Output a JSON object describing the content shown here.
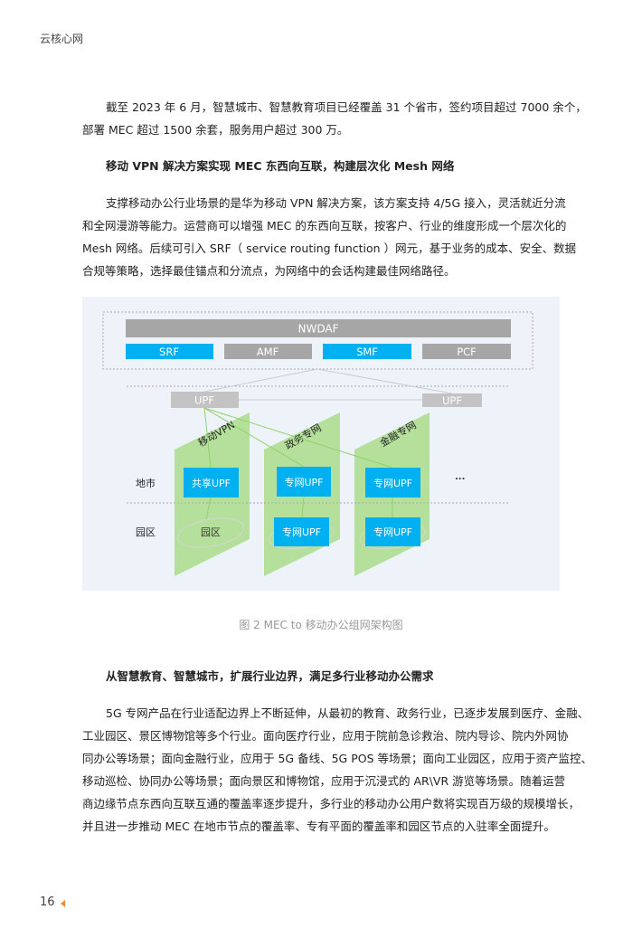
{
  "header": {
    "section": "云核心网"
  },
  "para1": [
    "截至 2023 年 6 月，智慧城市、智慧教育项目已经覆盖 31 个省市，签约项目超过 7000 余个，",
    "部署 MEC 超过 1500 余套，服务用户超过 300 万。"
  ],
  "heading1": "移动 VPN 解决方案实现 MEC 东西向互联，构建层次化 Mesh 网络",
  "para2": [
    "支撑移动办公行业场景的是华为移动 VPN 解决方案，该方案支持 4/5G 接入，灵活就近分流",
    "和全网漫游等能力。运营商可以增强 MEC 的东西向互联，按客户、行业的维度形成一个层次化的",
    "Mesh 网络。后续可引入 SRF（ service routing function ）网元，基于业务的成本、安全、数据",
    "合规等策略，选择最佳锚点和分流点，为网络中的会话构建最佳网络路径。"
  ],
  "diagram": {
    "nwdaf": "NWDAF",
    "functions": [
      "SRF",
      "AMF",
      "SMF",
      "PCF"
    ],
    "upf_left": "UPF",
    "upf_right": "UPF",
    "slices": [
      "移动VPN",
      "政务专网",
      "金融专网"
    ],
    "rows": [
      "地市",
      "园区"
    ],
    "shared_upf": "共享UPF",
    "private_upf": "专网UPF",
    "campus": "园区",
    "more": "...",
    "colors": {
      "blue": "#00b0f0",
      "gray": "#a6a6a6",
      "green": "#b5e09c",
      "bg": "#eef2f9"
    }
  },
  "caption": "图 2  MEC to 移动办公组网架构图",
  "heading2": "从智慧教育、智慧城市，扩展行业边界，满足多行业移动办公需求",
  "para3": [
    "5G 专网产品在行业适配边界上不断延伸，从最初的教育、政务行业，已逐步发展到医疗、金融、",
    "工业园区、景区博物馆等多个行业。面向医疗行业，应用于院前急诊救治、院内导诊、院内外网协",
    "同办公等场景；面向金融行业，应用于 5G 备线、5G POS 等场景；面向工业园区，应用于资产监控、",
    "移动巡检、协同办公等场景；面向景区和博物馆，应用于沉浸式的 AR\\VR 游览等场景。随着运营",
    "商边缘节点东西向互联互通的覆盖率逐步提升，多行业的移动办公用户数将实现百万级的规模增长，",
    "并且进一步推动 MEC 在地市节点的覆盖率、专有平面的覆盖率和园区节点的入驻率全面提升。"
  ],
  "footer": {
    "page": "16"
  }
}
